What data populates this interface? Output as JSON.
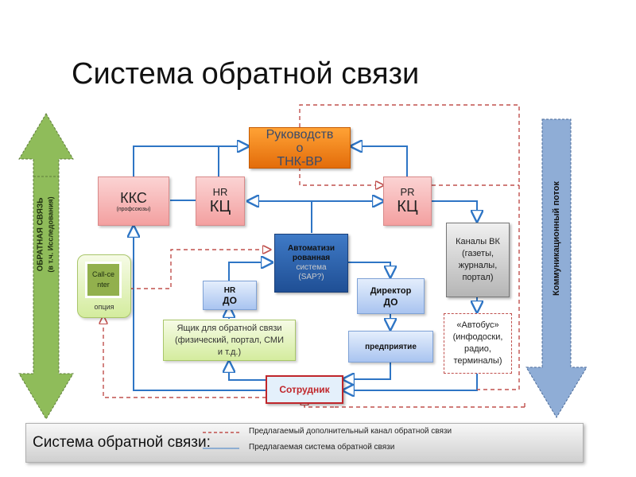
{
  "title": "Система обратной связи",
  "left_arrow": {
    "line1": "ОБРАТНАЯ СВЯЗЬ",
    "line2": "(в т.ч. Исследования)",
    "color": "#8fbc5a"
  },
  "right_arrow": {
    "label": "Коммуникационный поток",
    "color": "#8fadd6"
  },
  "nodes": {
    "management": {
      "line1": "Руководств",
      "line2": "о",
      "line3": "ТНК-ВР"
    },
    "kks": {
      "title": "ККС",
      "subtitle": "(профсоюзы)"
    },
    "hr_kc": {
      "line1": "HR",
      "line2": "КЦ"
    },
    "pr_kc": {
      "line1": "PR",
      "line2": "КЦ"
    },
    "auto_system": {
      "line1": "Автоматизи",
      "line2": "рованная",
      "line3": "система",
      "line4": "(SAP?)"
    },
    "hr_do": {
      "line1": "HR",
      "line2": "ДО"
    },
    "director_do": {
      "line1": "Директор",
      "line2": "ДО"
    },
    "enterprise": {
      "label": "предприятие"
    },
    "feedback_box": {
      "line1": "Ящик для обратной связи",
      "line2": "(физический, портал, СМИ",
      "line3": "и т.д.)"
    },
    "call_center": {
      "line1": "Call-ce",
      "line2": "nter",
      "caption": "опция"
    },
    "channels_vk": {
      "line1": "Каналы ВК",
      "line2": "(газеты,",
      "line3": "журналы,",
      "line4": "портал)"
    },
    "bus": {
      "line1": "«Автобус»",
      "line2": "(инфодоски,",
      "line3": "радио,",
      "line4": "терминалы)"
    },
    "employee": {
      "label": "Сотрудник"
    }
  },
  "legend": {
    "title": "Система обратной связи:",
    "dashed_label": "Предлагаемый дополнительный канал обратной связи",
    "solid_label": "Предлагаемая система обратной связи",
    "dashed_color": "#c0504d",
    "solid_color": "#2e75c5"
  }
}
